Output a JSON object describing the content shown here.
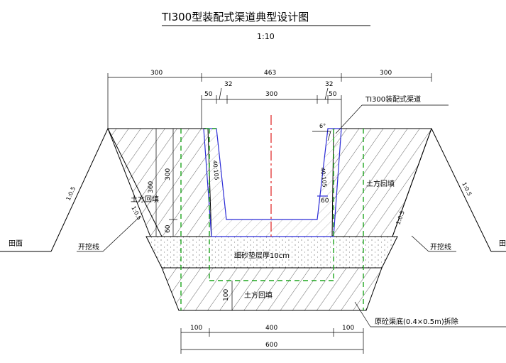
{
  "title": "TI300型装配式渠道典型设计图",
  "scale": "1:10",
  "dimensions": {
    "top_left": "300",
    "top_mid": "463",
    "top_right": "300",
    "wall_left": "50",
    "gap_left": "32",
    "inner_width": "300",
    "gap_right": "32",
    "wall_right": "50",
    "height_total": "360",
    "height_wall": "300",
    "height_base": "60",
    "slope_outer_left": "1:0.5",
    "slope_inner_left": "1:0.5",
    "slope_outer_right": "1:0.5",
    "slope_inner_right": "1:0.5",
    "wall_slope_left": "40:105",
    "wall_slope_right": "40:105",
    "angle": "6°",
    "base_thick": "60",
    "fill_thick": "100",
    "bottom_left": "100",
    "bottom_mid": "400",
    "bottom_right": "100",
    "bottom_total": "600"
  },
  "labels": {
    "channel": "TI300装配式渠道",
    "backfill_left": "土方回填",
    "backfill_right": "土方回填",
    "backfill_bottom": "土方回填",
    "ground_left": "田面",
    "ground_right": "田",
    "excavation_left": "开挖线",
    "excavation_right": "开挖线",
    "gravel_layer": "细砂垫层厚10cm",
    "removal": "原砼渠底(0.4×0.5m)拆除"
  },
  "colors": {
    "centerline": "#e02020",
    "channel_outline": "#2b2bd6",
    "backfill_outline": "#1fa51f"
  }
}
